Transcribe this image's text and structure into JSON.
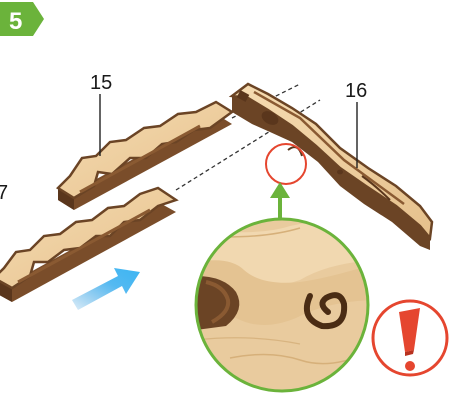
{
  "step": {
    "number": "5",
    "badge_color": "#6bb33b"
  },
  "parts": [
    {
      "label": "15"
    },
    {
      "label": "16"
    },
    {
      "label": "7"
    }
  ],
  "colors": {
    "wood_light": "#f0d2a4",
    "wood_edge": "#6b4425",
    "arrow_blue": "#1ea0e6",
    "callout_green": "#6bb33b",
    "alert_red": "#e5462f"
  },
  "icons": [
    "move-arrow-icon",
    "callout-arrow-icon",
    "warning-exclamation-icon"
  ]
}
